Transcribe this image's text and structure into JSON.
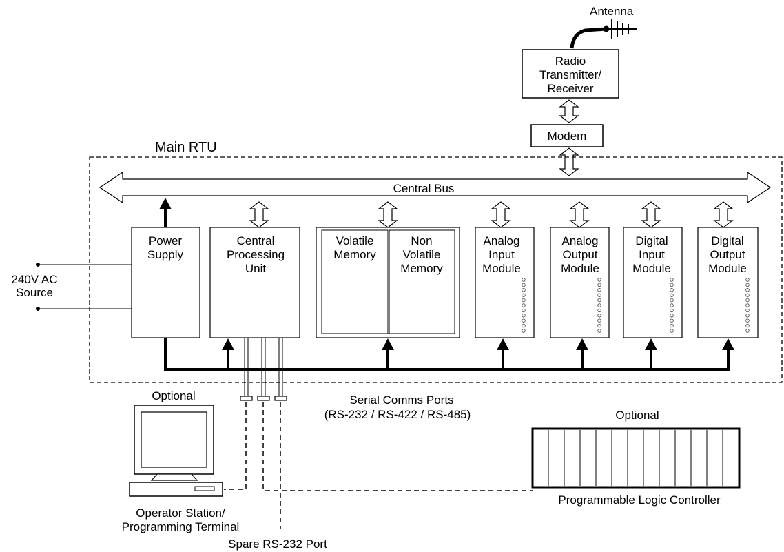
{
  "antenna": {
    "label": "Antenna"
  },
  "radio": {
    "line1": "Radio",
    "line2": "Transmitter/",
    "line3": "Receiver"
  },
  "modem": {
    "label": "Modem"
  },
  "rtu": {
    "label": "Main RTU"
  },
  "bus": {
    "label": "Central Bus"
  },
  "modules": {
    "power": {
      "line1": "Power",
      "line2": "Supply"
    },
    "cpu": {
      "line1": "Central",
      "line2": "Processing",
      "line3": "Unit"
    },
    "volatile": {
      "line1": "Volatile",
      "line2": "Memory"
    },
    "nonvolatile": {
      "line1": "Non",
      "line2": "Volatile",
      "line3": "Memory"
    },
    "analog_in": {
      "line1": "Analog",
      "line2": "Input",
      "line3": "Module"
    },
    "analog_out": {
      "line1": "Analog",
      "line2": "Output",
      "line3": "Module"
    },
    "digital_in": {
      "line1": "Digital",
      "line2": "Input",
      "line3": "Module"
    },
    "digital_out": {
      "line1": "Digital",
      "line2": "Output",
      "line3": "Module"
    }
  },
  "source": {
    "line1": "240V AC",
    "line2": "Source"
  },
  "serial": {
    "line1": "Serial Comms Ports",
    "line2": "(RS-232 / RS-422 / RS-485)"
  },
  "operator": {
    "optional": "Optional",
    "line1": "Operator Station/",
    "line2": "Programming Terminal"
  },
  "plc": {
    "optional": "Optional",
    "label": "Programmable Logic Controller"
  },
  "spare": {
    "label": "Spare RS-232 Port"
  }
}
